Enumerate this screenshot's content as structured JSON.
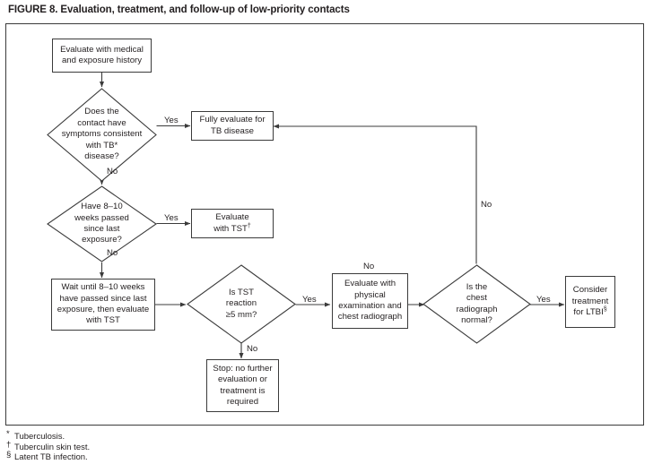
{
  "figure": {
    "title": "FIGURE 8. Evaluation, treatment, and follow-up of low-priority contacts"
  },
  "nodes": {
    "start": "Evaluate with medical and exposure history",
    "decision_symptoms_l1": "Does the",
    "decision_symptoms_l2": "contact have",
    "decision_symptoms_l3": "symptoms consistent",
    "decision_symptoms_l4": "with TB*",
    "decision_symptoms_l5": "disease?",
    "fully_evaluate": "Fully evaluate for TB disease",
    "decision_weeks_l1": "Have 8–10",
    "decision_weeks_l2": "weeks passed",
    "decision_weeks_l3": "since last",
    "decision_weeks_l4": "exposure?",
    "evaluate_tst_l1": "Evaluate",
    "evaluate_tst_l2": "with TST",
    "evaluate_tst_sup": "†",
    "wait_box": "Wait until 8–10 weeks have passed since last exposure, then evaluate with TST",
    "decision_tst_l1": "Is TST",
    "decision_tst_l2": "reaction",
    "decision_tst_l3": "≥5 mm?",
    "stop_box": "Stop: no further evaluation or treatment is required",
    "evaluate_physical": "Evaluate with physical examination and chest radiograph",
    "decision_cxr_l1": "Is the",
    "decision_cxr_l2": "chest",
    "decision_cxr_l3": "radiograph",
    "decision_cxr_l4": "normal?",
    "consider_treatment_l1": "Consider",
    "consider_treatment_l2": "treatment",
    "consider_treatment_l3": "for LTBI",
    "consider_treatment_sup": "§"
  },
  "edge_labels": {
    "symptoms_yes": "Yes",
    "symptoms_no": "No",
    "weeks_yes": "Yes",
    "weeks_no": "No",
    "tst_yes": "Yes",
    "tst_no": "No",
    "cxr_no_vertical": "No",
    "cxr_no_stray": "No",
    "cxr_yes": "Yes"
  },
  "footnotes": [
    {
      "mark": "*",
      "text": "Tuberculosis."
    },
    {
      "mark": "†",
      "text": "Tuberculin skin test."
    },
    {
      "mark": "§",
      "text": "Latent TB infection."
    }
  ],
  "colors": {
    "ink": "#231f20",
    "stroke": "#3b3b3b",
    "background": "#ffffff"
  }
}
